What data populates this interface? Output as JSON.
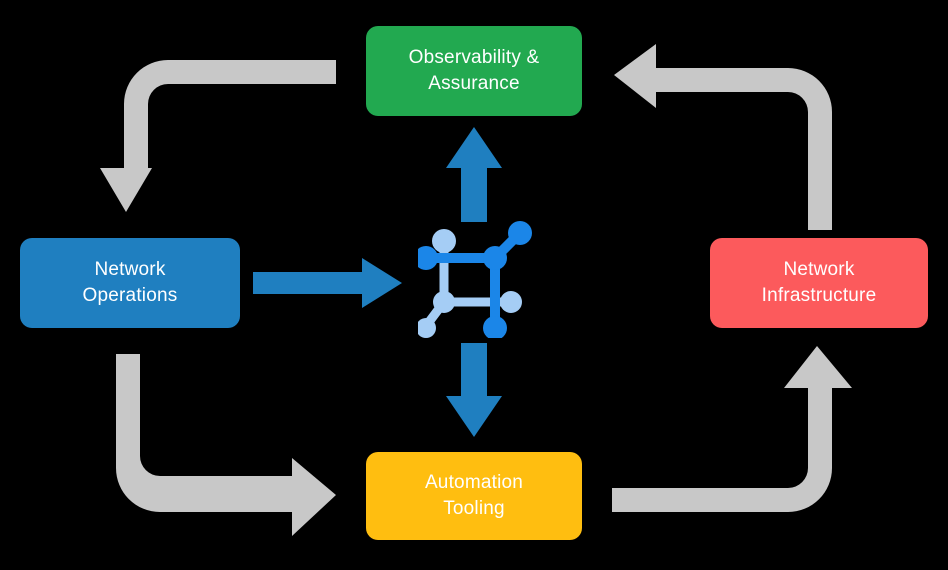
{
  "diagram": {
    "type": "cycle-diagram",
    "title": "",
    "background_color": "#000000",
    "center": {
      "icon": "network-topology-icon",
      "colors": {
        "dark_blue": "#1f7fc0",
        "bright_blue": "#1b86e8",
        "light_blue": "#a5cdf5"
      }
    },
    "nodes": [
      {
        "id": "observability",
        "label": "Observability &\nAssurance",
        "color": "#22a950",
        "text_color": "#ffffff",
        "position": "top"
      },
      {
        "id": "network-operations",
        "label": "Network\nOperations",
        "color": "#1f7fc0",
        "text_color": "#ffffff",
        "position": "left"
      },
      {
        "id": "network-infrastructure",
        "label": "Network\nInfrastructure",
        "color": "#fc5a5c",
        "text_color": "#ffffff",
        "position": "right"
      },
      {
        "id": "automation-tooling",
        "label": "Automation\nTooling",
        "color": "#ffbe10",
        "text_color": "#ffffff",
        "position": "bottom"
      }
    ],
    "connectors": {
      "cycle_arrow_color": "#c8c8c8",
      "center_arrow_color": "#1f7fc0",
      "cycle_arrows": [
        {
          "id": "observability-to-network-operations",
          "from": "observability",
          "to": "network-operations",
          "corner": "top-left",
          "direction": "down"
        },
        {
          "id": "network-operations-to-automation-tooling",
          "from": "network-operations",
          "to": "automation-tooling",
          "corner": "bottom-left",
          "direction": "right"
        },
        {
          "id": "automation-tooling-to-network-infrastructure",
          "from": "automation-tooling",
          "to": "network-infrastructure",
          "corner": "bottom-right",
          "direction": "up"
        },
        {
          "id": "network-infrastructure-to-observability",
          "from": "network-infrastructure",
          "to": "observability",
          "corner": "top-right",
          "direction": "left"
        }
      ],
      "center_arrows": [
        {
          "id": "center-to-observability",
          "direction": "up"
        },
        {
          "id": "network-operations-to-center",
          "direction": "right"
        },
        {
          "id": "center-to-automation-tooling",
          "direction": "down"
        }
      ]
    }
  }
}
